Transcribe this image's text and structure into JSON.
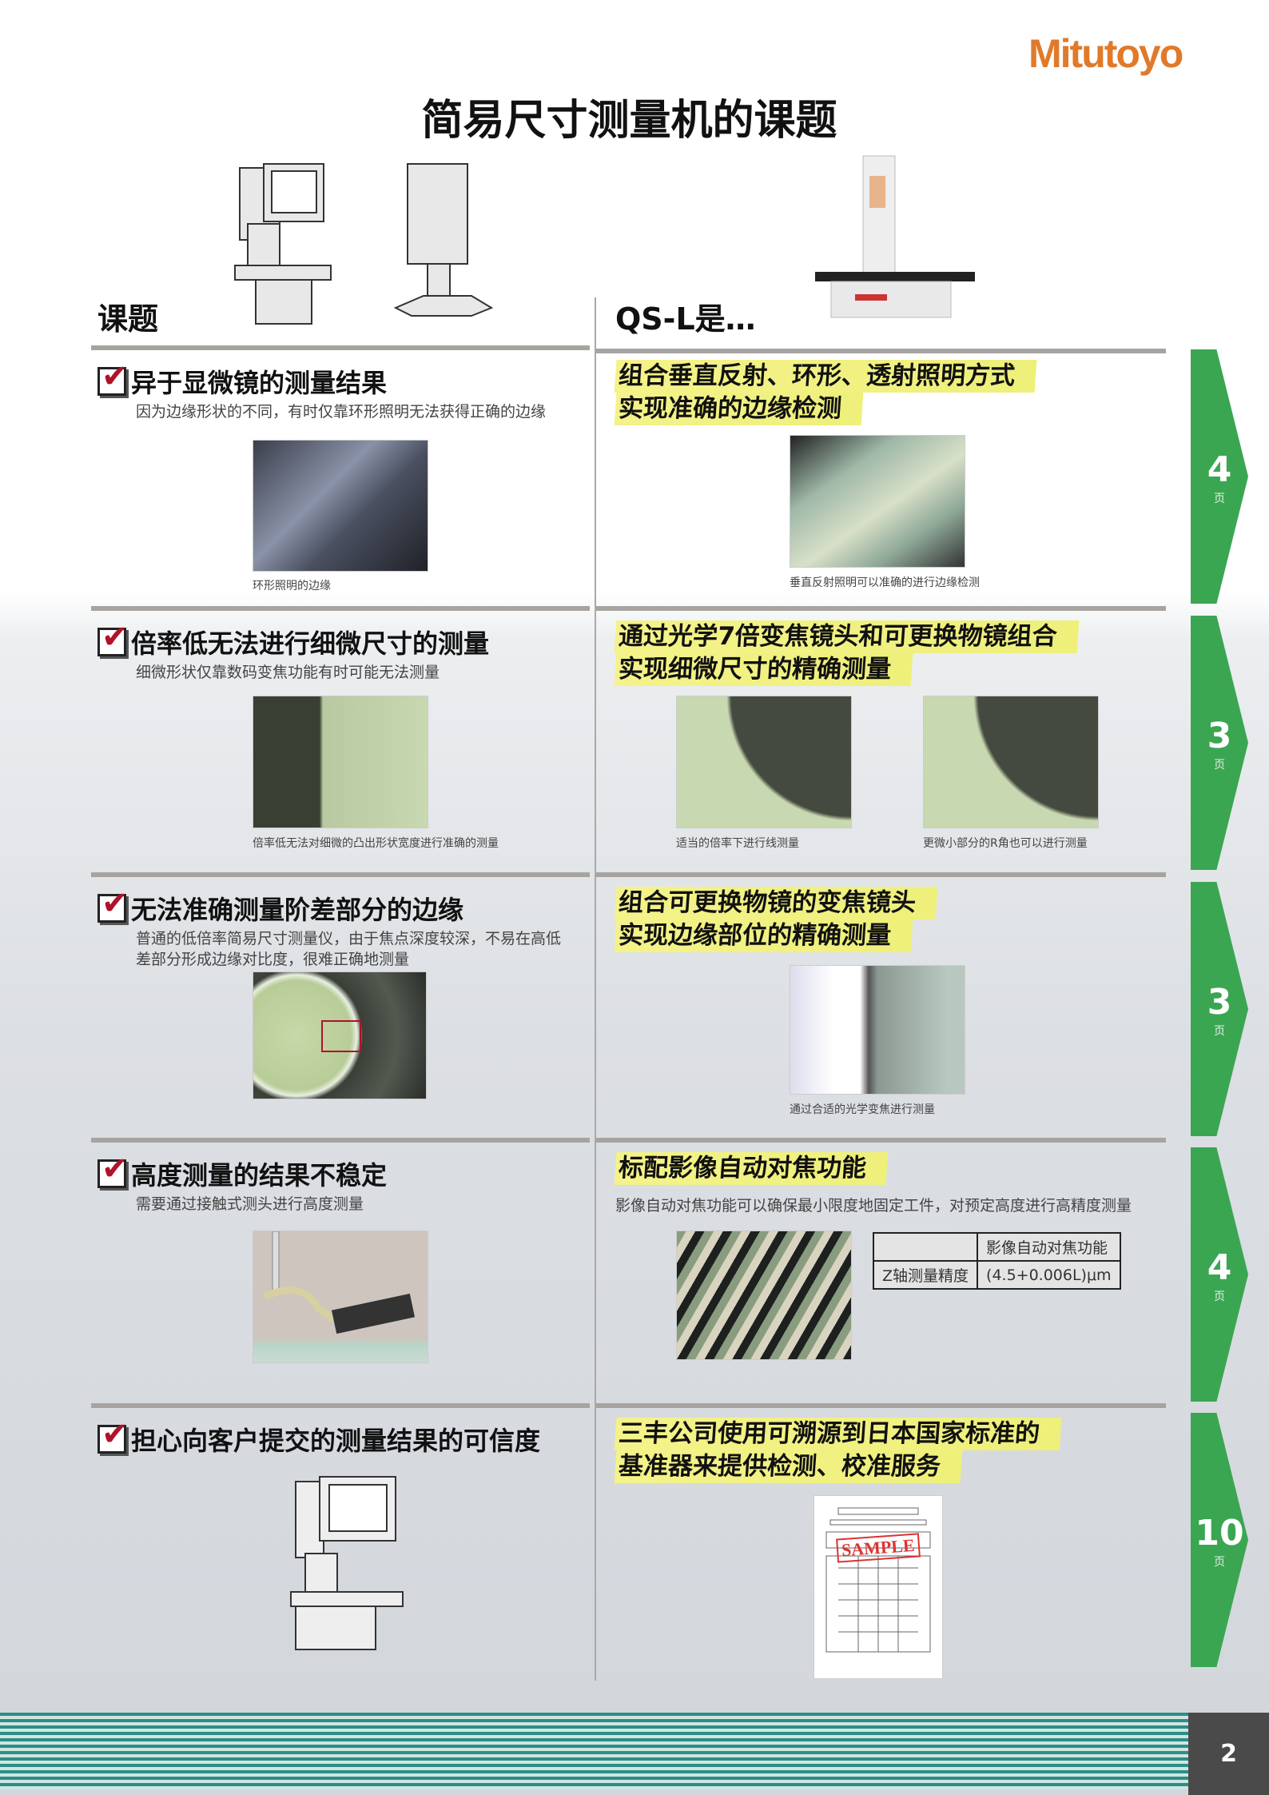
{
  "brand": "Mitutoyo",
  "title": "简易尺寸测量机的课题",
  "left_header": "课题",
  "right_header": "QS-L是…",
  "page_number": "2",
  "accent_green": "#3aa652",
  "rows": [
    {
      "problem": "异于显微镜的测量结果",
      "problem_desc": "因为边缘形状的不同，有时仅靠环形照明无法获得正确的边缘",
      "left_caption": "环形照明的边缘",
      "solution": [
        "组合垂直反射、环形、透射照明方式",
        "实现准确的边缘检测"
      ],
      "right_captions": [
        "垂直反射照明可以准确的进行边缘检测"
      ],
      "page_ref": "4",
      "page_unit": "页"
    },
    {
      "problem": "倍率低无法进行细微尺寸的测量",
      "problem_desc": "细微形状仅靠数码变焦功能有时可能无法测量",
      "left_caption": "倍率低无法对细微的凸出形状宽度进行准确的测量",
      "solution": [
        "通过光学7倍变焦镜头和可更换物镜组合",
        "实现细微尺寸的精确测量"
      ],
      "right_captions": [
        "适当的倍率下进行线测量",
        "更微小部分的R角也可以进行测量"
      ],
      "page_ref": "3",
      "page_unit": "页"
    },
    {
      "problem": "无法准确测量阶差部分的边缘",
      "problem_desc": "普通的低倍率简易尺寸测量仪，由于焦点深度较深，不易在高低差部分形成边缘对比度，很难正确地测量",
      "left_caption": "",
      "solution": [
        "组合可更换物镜的变焦镜头",
        "实现边缘部位的精确测量"
      ],
      "right_captions": [
        "通过合适的光学变焦进行测量"
      ],
      "page_ref": "3",
      "page_unit": "页"
    },
    {
      "problem": "高度测量的结果不稳定",
      "problem_desc": "需要通过接触式测头进行高度测量",
      "left_caption": "",
      "solution": [
        "标配影像自动对焦功能"
      ],
      "solution_desc": "影像自动对焦功能可以确保最小限度地固定工件，对预定高度进行高精度测量",
      "spec_table": {
        "header": [
          "",
          "影像自动对焦功能"
        ],
        "rows": [
          [
            "Z轴测量精度",
            "(4.5+0.006L)μm"
          ]
        ]
      },
      "page_ref": "4",
      "page_unit": "页"
    },
    {
      "problem": "担心向客户提交的测量结果的可信度",
      "problem_desc": "",
      "left_caption": "",
      "solution": [
        "三丰公司使用可溯源到日本国家标准的",
        "基准器来提供检测、校准服务"
      ],
      "certificate_stamp": "SAMPLE",
      "page_ref": "10",
      "page_unit": "页"
    }
  ]
}
